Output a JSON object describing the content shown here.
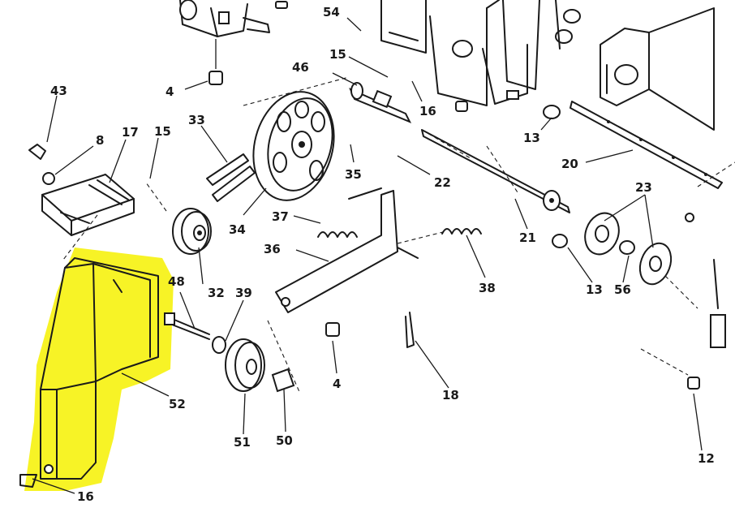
{
  "diagram": {
    "highlight_color": "#f7f21a",
    "ink_color": "#1a1a1a",
    "callouts": [
      "54",
      "15",
      "46",
      "16",
      "43",
      "8",
      "17",
      "15",
      "33",
      "4",
      "34",
      "35",
      "22",
      "13",
      "20",
      "23",
      "37",
      "21",
      "36",
      "38",
      "48",
      "39",
      "13",
      "56",
      "32",
      "4",
      "18",
      "52",
      "51",
      "50",
      "12",
      "16"
    ]
  }
}
